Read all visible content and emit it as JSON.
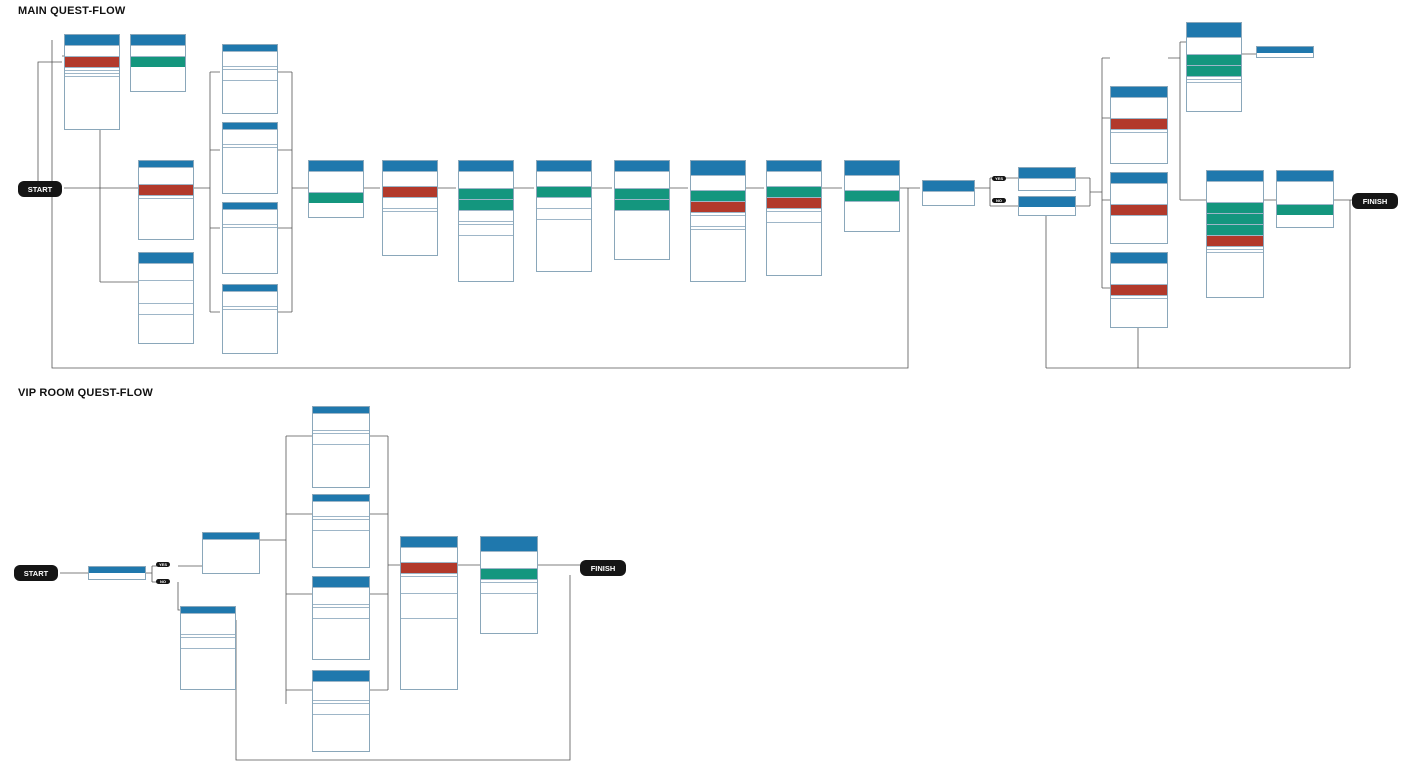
{
  "titles": {
    "main": "MAIN QUEST-FLOW",
    "vip": "VIP ROOM QUEST-FLOW"
  },
  "terminals": {
    "start": "START",
    "finish": "FINISH"
  },
  "branch_labels": {
    "yes": "YES",
    "no": "NO"
  },
  "colors": {
    "header_blue": "#1f78ad",
    "action_red": "#b2392b",
    "action_green": "#14967e",
    "terminal": "#151515",
    "connector": "#555555"
  },
  "main_nodes": [
    {
      "id": "m1"
    },
    {
      "id": "m2"
    },
    {
      "id": "m3"
    },
    {
      "id": "m4"
    },
    {
      "id": "m5"
    },
    {
      "id": "m6"
    },
    {
      "id": "m7"
    },
    {
      "id": "m8"
    },
    {
      "id": "m9"
    },
    {
      "id": "m10"
    },
    {
      "id": "m11"
    },
    {
      "id": "m12"
    },
    {
      "id": "m13"
    },
    {
      "id": "m14"
    },
    {
      "id": "m15"
    },
    {
      "id": "m16"
    },
    {
      "id": "m17"
    },
    {
      "id": "m18"
    },
    {
      "id": "m19"
    },
    {
      "id": "m20"
    },
    {
      "id": "m21"
    },
    {
      "id": "m22"
    },
    {
      "id": "m23"
    },
    {
      "id": "m24"
    },
    {
      "id": "m25"
    },
    {
      "id": "m26"
    },
    {
      "id": "m27"
    },
    {
      "id": "m28"
    },
    {
      "id": "m29"
    }
  ],
  "vip_nodes": [
    {
      "id": "v1"
    },
    {
      "id": "v2"
    },
    {
      "id": "v3"
    },
    {
      "id": "v4"
    },
    {
      "id": "v5"
    },
    {
      "id": "v6"
    },
    {
      "id": "v7"
    },
    {
      "id": "v8"
    },
    {
      "id": "v9"
    }
  ]
}
